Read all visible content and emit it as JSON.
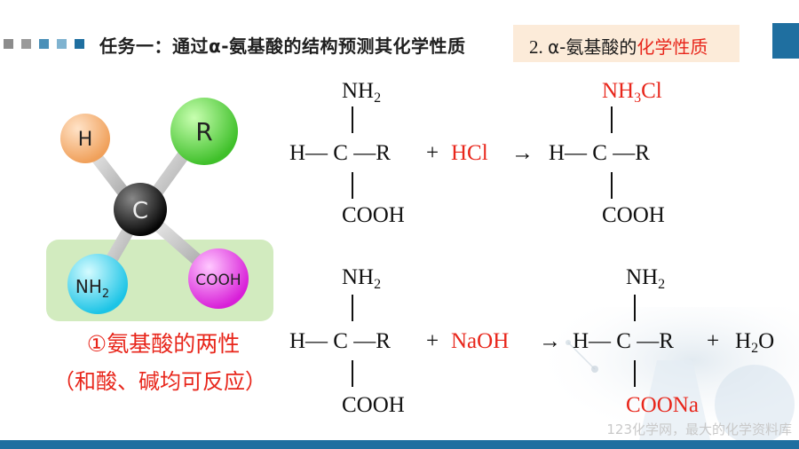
{
  "header": {
    "title": "任务一：通过α-氨基酸的结构预测其化学性质",
    "subtitle_num": "2. ",
    "subtitle_main": "α-氨基酸的",
    "subtitle_highlight": "化学性质"
  },
  "molecule": {
    "atom_h": "H",
    "atom_r": "R",
    "atom_c": "C",
    "atom_nh2": "NH",
    "atom_nh2_sub": "2",
    "atom_cooh": "COOH"
  },
  "caption": {
    "line1": "①氨基酸的两性",
    "line2": "（和酸、碱均可反应）"
  },
  "reaction1": {
    "left_top": "NH",
    "left_top_sub": "2",
    "left_mid": "H— C —R",
    "left_bottom": "COOH",
    "plus": "+",
    "reagent": "HCl",
    "arrow": "→",
    "right_top_a": "NH",
    "right_top_sub": "3",
    "right_top_b": "Cl",
    "right_mid": "H— C —R",
    "right_bottom": "COOH"
  },
  "reaction2": {
    "left_top": "NH",
    "left_top_sub": "2",
    "left_mid": "H— C —R",
    "left_bottom": "COOH",
    "plus": "+",
    "reagent": "NaOH",
    "arrow": "→",
    "right_top": "NH",
    "right_top_sub": "2",
    "right_mid": "H— C —R",
    "plus2": "+",
    "water_a": "H",
    "water_sub": "2",
    "water_b": "O",
    "right_bottom": "COONa"
  },
  "footer": {
    "watermark": "123化学网，最大的化学资料库"
  },
  "colors": {
    "accent_red": "#e8261b",
    "brand_blue": "#1f6fa0",
    "subtitle_bg": "#fcebd9"
  }
}
